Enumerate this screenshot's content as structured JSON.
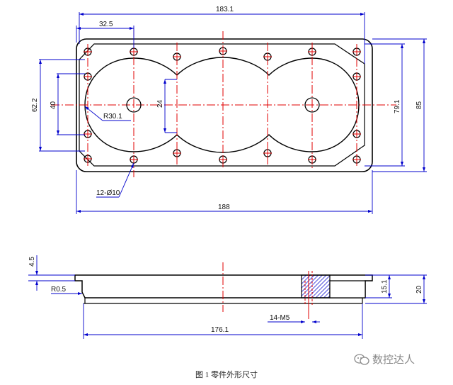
{
  "top_view": {
    "dims": {
      "overall_length": "183.1",
      "hole_offset": "32.5",
      "total_length": "188",
      "left_outer": "62.2",
      "left_inner": "40",
      "radius": "R30.1",
      "slot": "24",
      "inner_height": "79.1",
      "overall_height": "85",
      "holes": "12-Ø10"
    }
  },
  "section_view": {
    "dims": {
      "top_thickness": "4.5",
      "radius": "R0.5",
      "bore_depth": "15.1",
      "total_height": "20",
      "thread": "14-M5",
      "bottom_length": "176.1"
    }
  },
  "caption": "图 1   零件外形尺寸",
  "watermark": "数控达人"
}
